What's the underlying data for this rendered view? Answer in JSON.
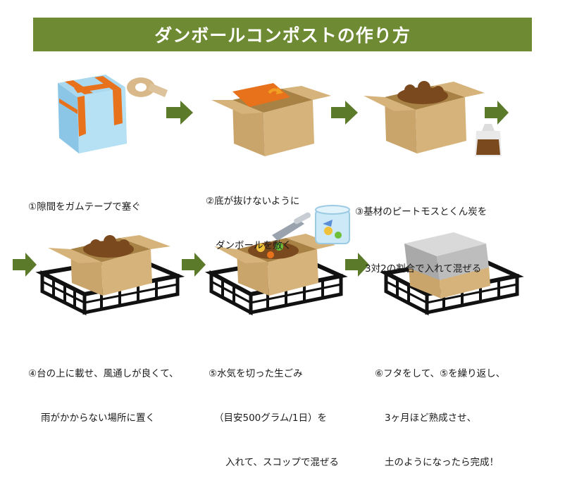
{
  "title": "ダンボールコンポストの作り方",
  "colors": {
    "title_bg": "#6e8a33",
    "arrow": "#5b7a2a",
    "cardboard": "#c9a46b",
    "cardboard_dark": "#a88245",
    "tape": "#e8711c",
    "compost": "#7a4a1e"
  },
  "steps": [
    {
      "lines": [
        "①隙間をガムテープで塞ぐ"
      ]
    },
    {
      "lines": [
        "②底が抜けないように",
        "ダンボールを敷く"
      ]
    },
    {
      "lines": [
        "③基材のピートモスとくん炭を",
        "3対2の割合で入れて混ぜる"
      ]
    },
    {
      "lines": [
        "④台の上に載せ、風通しが良くて、",
        "雨がかからない場所に置く"
      ]
    },
    {
      "lines": [
        "⑤水気を切った生ごみ",
        "（目安500グラム/1日）を",
        "入れて、スコップで混ぜる"
      ]
    },
    {
      "lines": [
        "⑥フタをして、⑤を繰り返し、",
        "3ヶ月ほど熟成させ、",
        "土のようになったら完成！"
      ]
    }
  ]
}
